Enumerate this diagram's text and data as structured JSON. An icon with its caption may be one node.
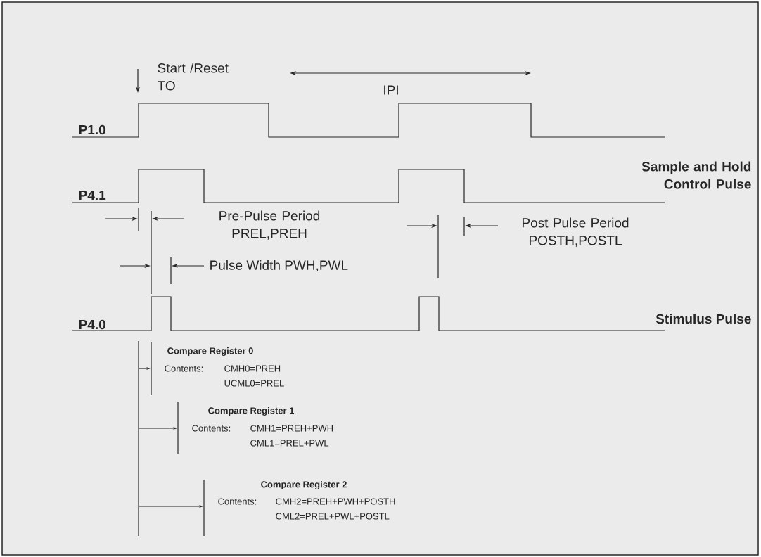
{
  "diagram": {
    "labels": [
      "Start /Reset TO",
      "IPI",
      "P1.0",
      "Sample and Hold Control Pulse",
      "P4.1",
      "Pre-Pulse Period PREL,PREH",
      "Post Pulse Period POSTH,POSTL",
      "Pulse Width PWH,PWL",
      "P4.0",
      "Stimulus Pulse",
      "Compare Register 0",
      "Contents:",
      "CMH0=PREH",
      "UCML0=PREL",
      "Compare Register 1",
      "Contents:",
      "CMH1=PREH+PWH",
      "CML1=PREL+PWL",
      "Compare Register 2",
      "Contents:",
      "CMH2=PREH+PWH+POSTH",
      "CML2=PREL+PWL+POSTL"
    ]
  }
}
